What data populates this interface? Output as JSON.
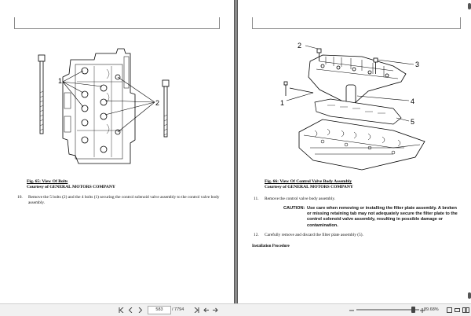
{
  "left_page": {
    "figure": {
      "callouts": [
        "1",
        "2"
      ],
      "caption_title": "Fig. 65: View Of Bolts",
      "caption_credit": "Courtesy of GENERAL MOTORS COMPANY"
    },
    "steps": [
      {
        "number": "10.",
        "text": "Remove the 5 bolts (2) and the 4 bolts (1) securing the control solenoid valve assembly to the control valve body assembly."
      }
    ]
  },
  "right_page": {
    "figure": {
      "callouts": [
        "2",
        "3",
        "1",
        "4",
        "5"
      ],
      "caption_title": "Fig. 66: View Of Control Valve Body Assembly",
      "caption_credit": "Courtesy of GENERAL MOTORS COMPANY"
    },
    "steps": [
      {
        "number": "11.",
        "text": "Remove the control valve body assembly."
      },
      {
        "number": "12.",
        "text": "Carefully remove and discard the filter plate assembly (5)."
      }
    ],
    "caution_label": "CAUTION:",
    "caution_text": "Use care when removing or installing the filter plate assembly. A broken or missing retaining tab may not adequately secure the filter plate to the control solenoid valve assembly, resulting in possible damage or contamination.",
    "section_heading": "Installation Procedure"
  },
  "toolbar": {
    "current_page": "583",
    "page_total": "/ 7794",
    "zoom": "89.68%",
    "zoom_level": 0.9,
    "icons": [
      "first-page-icon",
      "prev-page-icon",
      "next-page-icon",
      "last-page-icon",
      "back-icon",
      "forward-icon",
      "zoom-out-icon",
      "zoom-in-icon",
      "fit-page-icon",
      "fit-width-icon",
      "single-page-icon",
      "facing-pages-icon"
    ]
  },
  "colors": {
    "background": "#8a8a8a",
    "page": "#ffffff",
    "toolbar": "#f1f1f1"
  }
}
